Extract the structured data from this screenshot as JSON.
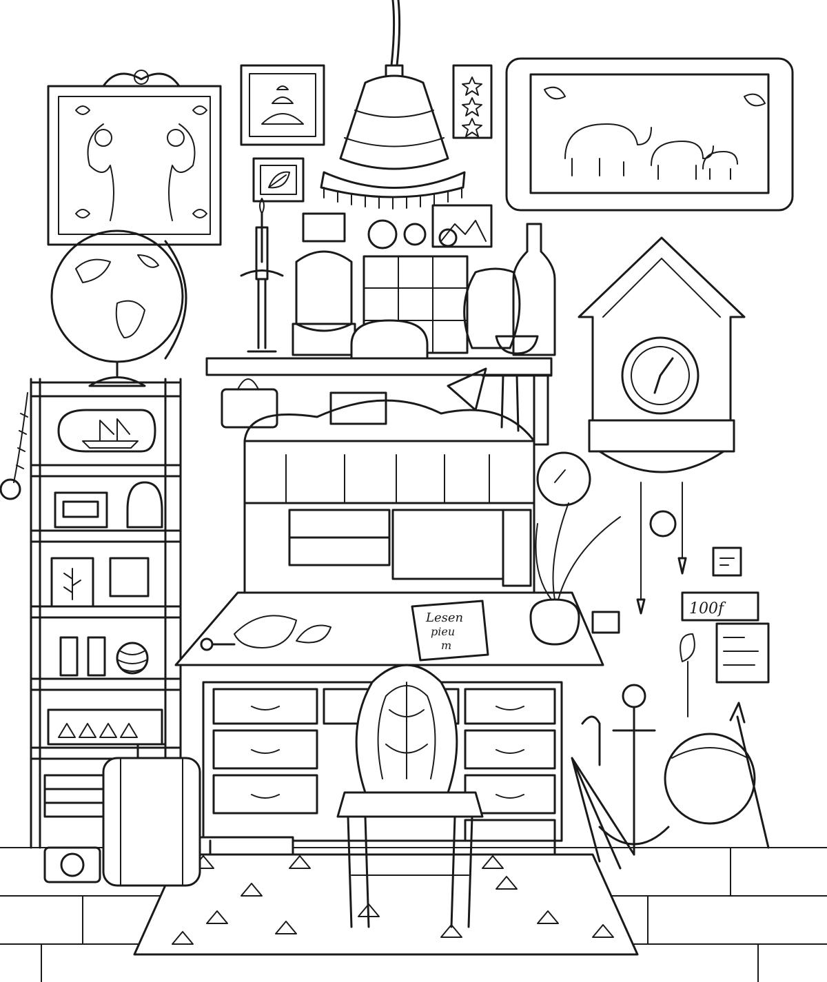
{
  "page": {
    "colors": {
      "ink": "#1a1a1a",
      "paper": "#ffffff"
    }
  },
  "desk": {
    "letter_text_line1": "Lesen",
    "letter_text_line2": "pieu",
    "letter_text_line3": "m"
  },
  "wall_calendar": {
    "text": "100f"
  }
}
